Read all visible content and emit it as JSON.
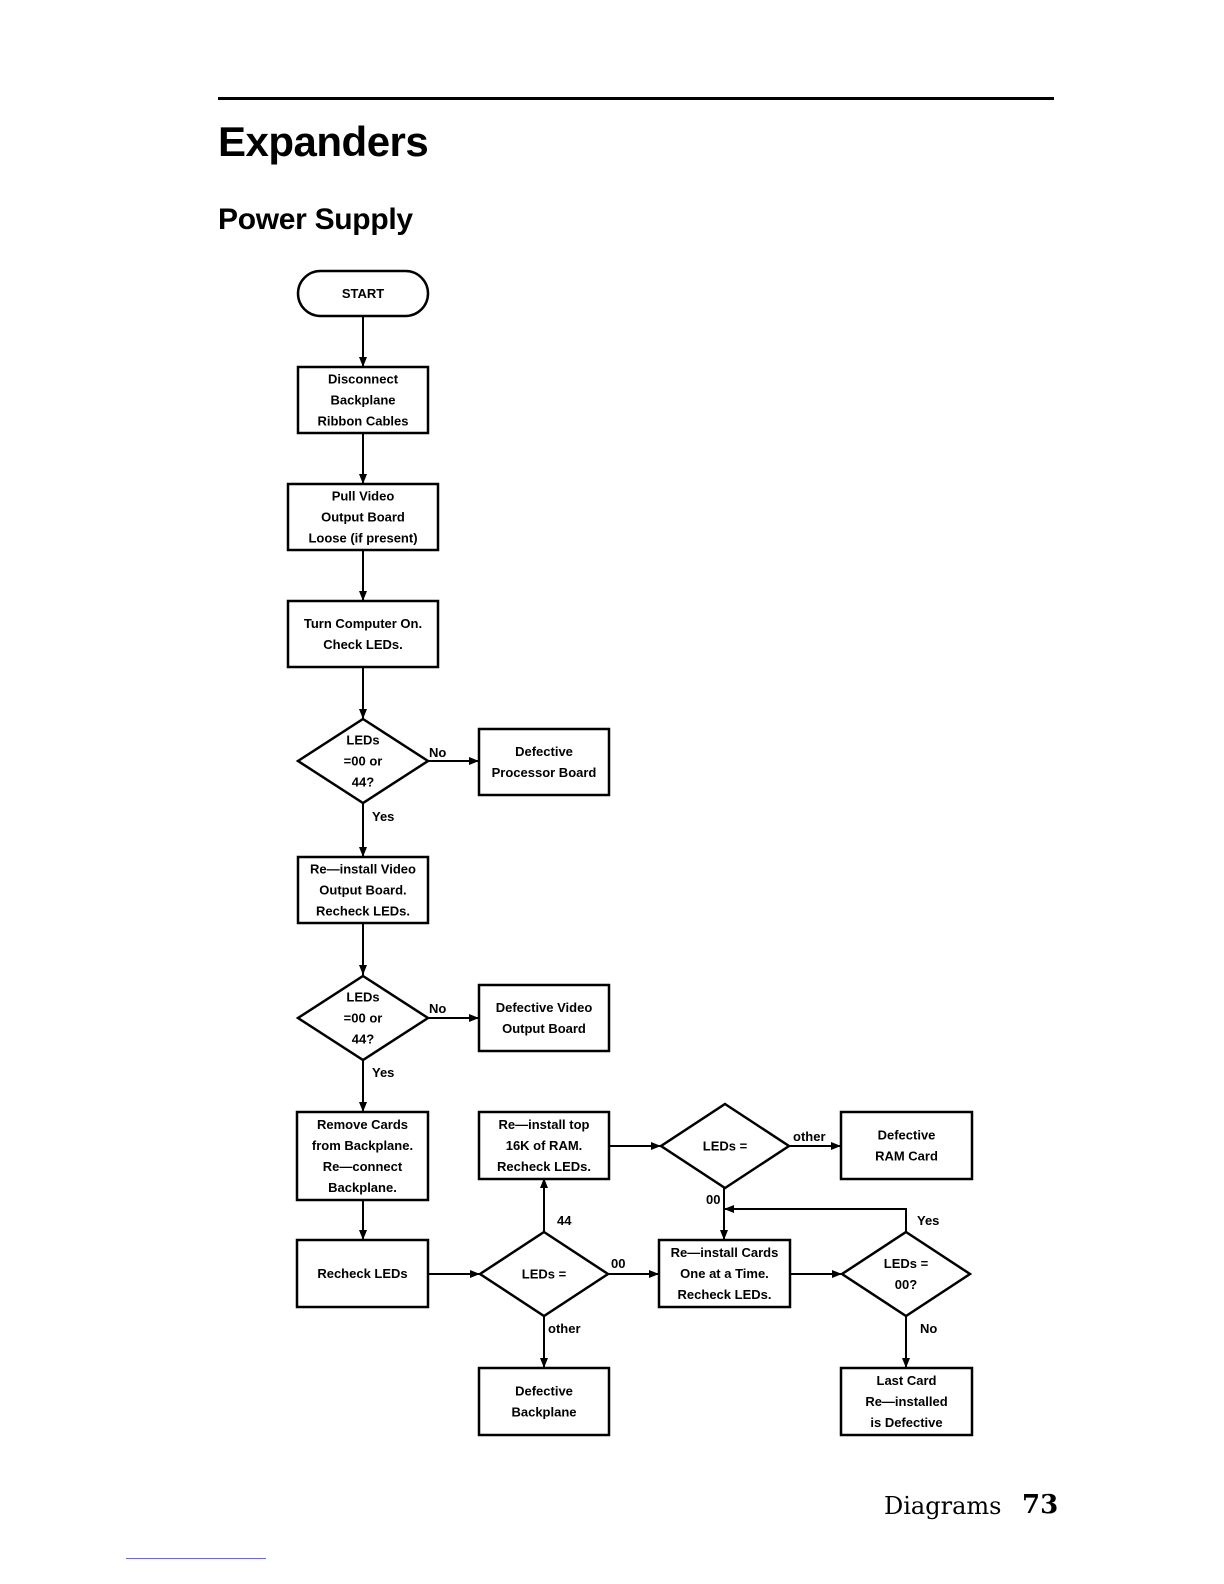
{
  "page": {
    "title": "Expanders",
    "subtitle": "Power Supply",
    "footer_section": "Diagrams",
    "footer_page": "73"
  },
  "flow": {
    "start": "START",
    "disconnect": [
      "Disconnect",
      "Backplane",
      "Ribbon  Cables"
    ],
    "pull_video": [
      "Pull  Video",
      "Output  Board",
      "Loose  (if  present)"
    ],
    "turn_on": [
      "Turn  Computer  On.",
      "Check  LEDs."
    ],
    "decision1": [
      "LEDs",
      "=00  or",
      "44?"
    ],
    "defective_processor": [
      "Defective",
      "Processor  Board"
    ],
    "reinstall_video": [
      "Re—install  Video",
      "Output  Board.",
      "Recheck  LEDs."
    ],
    "decision2": [
      "LEDs",
      "=00  or",
      "44?"
    ],
    "defective_video": [
      "Defective  Video",
      "Output  Board"
    ],
    "remove_cards": [
      "Remove  Cards",
      "from  Backplane.",
      "Re—connect",
      "Backplane."
    ],
    "recheck_leds": [
      "Recheck  LEDs"
    ],
    "decision3": [
      "LEDs  ="
    ],
    "reinstall_top": [
      "Re—install  top",
      "16K  of  RAM.",
      "Recheck  LEDs."
    ],
    "decision4": [
      "LEDs  ="
    ],
    "defective_ram": [
      "Defective",
      "RAM  Card"
    ],
    "reinstall_cards": [
      "Re—install  Cards",
      "One  at  a  Time.",
      "Recheck  LEDs."
    ],
    "decision5": [
      "LEDs  =",
      "00?"
    ],
    "defective_backplane": [
      "Defective",
      "Backplane"
    ],
    "last_card": [
      "Last  Card",
      "Re—installed",
      "is  Defective"
    ]
  },
  "edge_labels": {
    "d1_no": "No",
    "d1_yes": "Yes",
    "d2_no": "No",
    "d2_yes": "Yes",
    "d3_44": "44",
    "d3_00": "00",
    "d3_other": "other",
    "d4_other": "other",
    "d4_00": "00",
    "d5_yes": "Yes",
    "d5_no": "No"
  }
}
